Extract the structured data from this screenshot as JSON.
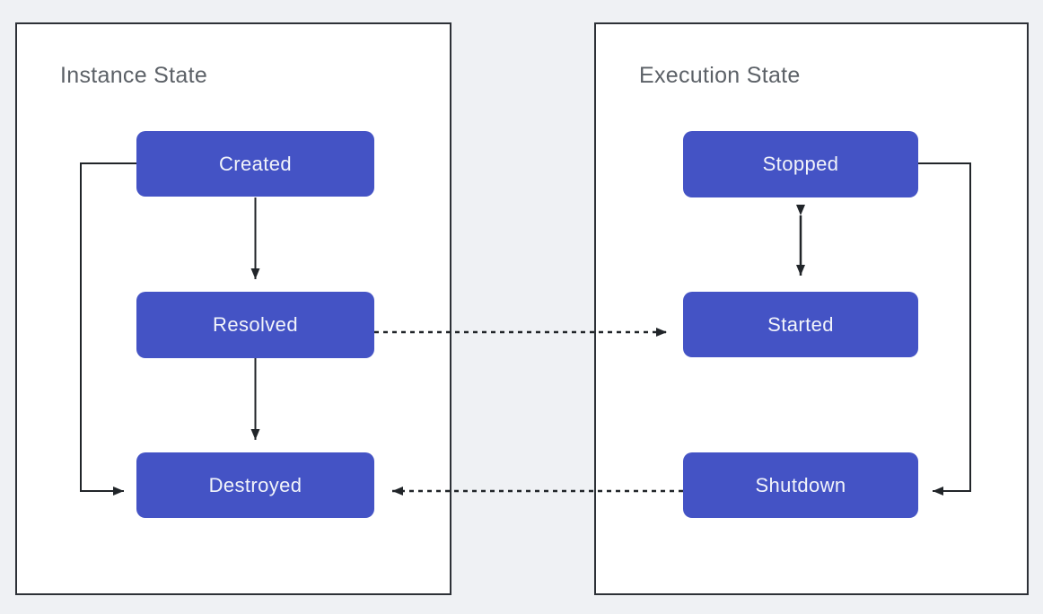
{
  "diagram": {
    "panels": [
      {
        "title": "Instance State",
        "nodes": [
          {
            "label": "Created"
          },
          {
            "label": "Resolved"
          },
          {
            "label": "Destroyed"
          }
        ]
      },
      {
        "title": "Execution State",
        "nodes": [
          {
            "label": "Stopped"
          },
          {
            "label": "Started"
          },
          {
            "label": "Shutdown"
          }
        ]
      }
    ],
    "edges": [
      {
        "from": "Created",
        "to": "Resolved",
        "style": "solid",
        "direction": "one-way"
      },
      {
        "from": "Resolved",
        "to": "Destroyed",
        "style": "solid",
        "direction": "one-way"
      },
      {
        "from": "Created",
        "to": "Destroyed",
        "style": "solid",
        "direction": "one-way",
        "route": "left-bypass"
      },
      {
        "from": "Stopped",
        "to": "Started",
        "style": "solid",
        "direction": "two-way"
      },
      {
        "from": "Stopped",
        "to": "Shutdown",
        "style": "solid",
        "direction": "one-way",
        "route": "right-bypass"
      },
      {
        "from": "Resolved",
        "to": "Started",
        "style": "dotted",
        "direction": "one-way"
      },
      {
        "from": "Shutdown",
        "to": "Destroyed",
        "style": "dotted",
        "direction": "one-way"
      }
    ],
    "colors": {
      "background": "#eff1f4",
      "panel_fill": "#ffffff",
      "panel_border": "#2d3137",
      "node_fill": "#4453c5",
      "node_text": "#f2f4fa",
      "title_text": "#5c6167",
      "line": "#212529"
    }
  }
}
